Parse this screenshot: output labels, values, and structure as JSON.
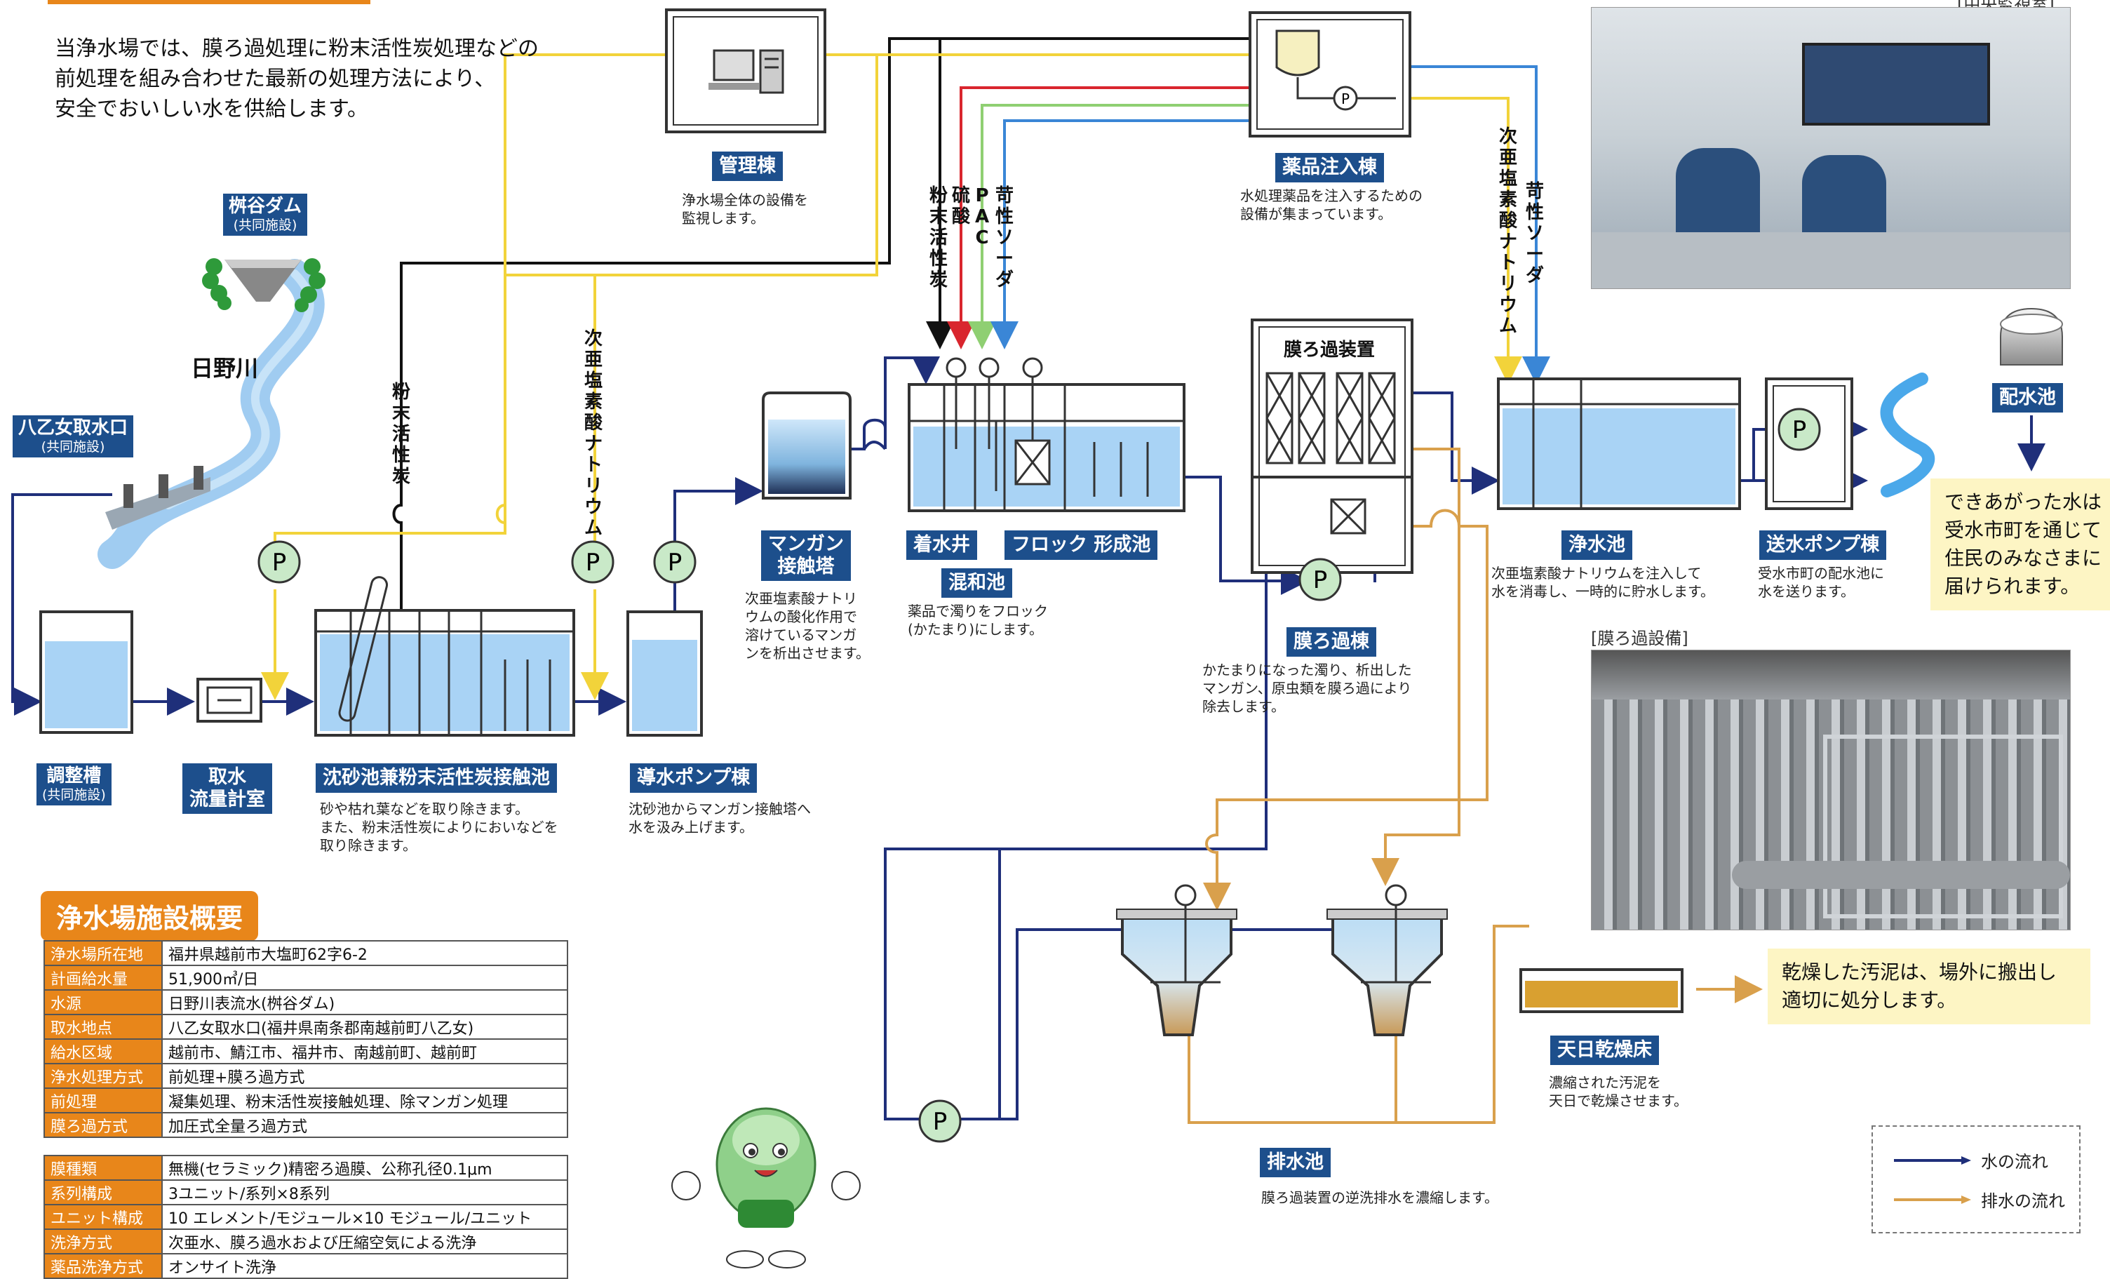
{
  "intro": [
    "当浄水場では、膜ろ過処理に粉末活性炭処理などの",
    "前処理を組み合わせた最新の処理方法により、",
    "安全でおいしい水を供給します。"
  ],
  "facilities": {
    "admin": {
      "label": "管理棟",
      "desc": "浄水場全体の設備を\n監視します。"
    },
    "chem": {
      "label": "薬品注入棟",
      "desc": "水処理薬品を注入するための\n設備が集まっています。"
    },
    "dam": {
      "label": "桝谷ダム",
      "sub": "(共同施設)"
    },
    "river": "日野川",
    "intake": {
      "label": "八乙女取水口",
      "sub": "(共同施設)"
    },
    "adjust": {
      "label": "調整槽",
      "sub": "(共同施設)"
    },
    "flowmeter": {
      "label": "取水\n流量計室"
    },
    "sedimentation": {
      "label": "沈砂池兼粉末活性炭接触池",
      "desc": "砂や枯れ葉などを取り除きます。\nまた、粉末活性炭によりにおいなどを\n取り除きます。"
    },
    "pump_intake": {
      "label": "導水ポンプ棟",
      "desc": "沈砂池からマンガン接触塔へ\n水を汲み上げます。"
    },
    "manganese": {
      "label": "マンガン\n接触塔",
      "desc": "次亜塩素酸ナトリ\nウムの酸化作用で\n溶けているマンガ\nンを析出させます。"
    },
    "receiving": {
      "label": "着水井"
    },
    "floc": {
      "label": "フロック 形成池"
    },
    "mixing": {
      "label": "混和池",
      "desc": "薬品で濁りをフロック\n(かたまり)にします。"
    },
    "membrane_unit": {
      "label": "膜ろ過装置"
    },
    "membrane_bldg": {
      "label": "膜ろ過棟",
      "desc": "かたまりになった濁り、析出した\nマンガン、原虫類を膜ろ過により\n除去します。"
    },
    "clear_well": {
      "label": "浄水池",
      "desc": "次亜塩素酸ナトリウムを注入して\n水を消毒し、一時的に貯水します。"
    },
    "pump_send": {
      "label": "送水ポンプ棟",
      "desc": "受水市町の配水池に\n水を送ります。"
    },
    "distribution": {
      "label": "配水池"
    },
    "drainage": {
      "label": "排水池",
      "desc": "膜ろ過装置の逆洗排水を濃縮します。"
    },
    "drying": {
      "label": "天日乾燥床",
      "desc": "濃縮された汚泥を\n天日で乾燥させます。"
    }
  },
  "chem_lines": {
    "powder_carbon": "粉末活性炭",
    "sulfuric": "硫酸",
    "pac": "PAC",
    "caustic": "苛性ソーダ",
    "hypo_left": "次亜塩素酸ナトリウム",
    "caustic_right": "苛性ソーダ",
    "hypo_right": "次亜塩素酸ナトリウム",
    "powder_carbon_left": "粉末活性炭"
  },
  "pump_symbol": "P",
  "callouts": {
    "finished_water": "できあがった水は\n受水市町を通じて\n住民のみなさまに\n届けられます。",
    "sludge": "乾燥した汚泥は、場外に搬出し\n適切に処分します。"
  },
  "photos": {
    "control_room_caption": "[中央監視室]",
    "membrane_caption": "[膜ろ過設備]"
  },
  "overview": {
    "title": "浄水場施設概要",
    "rows": [
      [
        "浄水場所在地",
        "福井県越前市大塩町62字6-2"
      ],
      [
        "計画給水量",
        "51,900㎥/日"
      ],
      [
        "水源",
        "日野川表流水(桝谷ダム)"
      ],
      [
        "取水地点",
        "八乙女取水口(福井県南条郡南越前町八乙女)"
      ],
      [
        "給水区域",
        "越前市、鯖江市、福井市、南越前町、越前町"
      ],
      [
        "浄水処理方式",
        "前処理+膜ろ過方式"
      ],
      [
        "前処理",
        "凝集処理、粉末活性炭接触処理、除マンガン処理"
      ],
      [
        "膜ろ過方式",
        "加圧式全量ろ過方式"
      ]
    ],
    "rows2": [
      [
        "膜種類",
        "無機(セラミック)精密ろ過膜、公称孔径0.1μm"
      ],
      [
        "系列構成",
        "3ユニット/系列×8系列"
      ],
      [
        "ユニット構成",
        "10 エレメント/モジュール×10 モジュール/ユニット"
      ],
      [
        "洗浄方式",
        "次亜水、膜ろ過水および圧縮空気による洗浄"
      ],
      [
        "薬品洗浄方式",
        "オンサイト洗浄"
      ]
    ]
  },
  "legend": {
    "water": "水の流れ",
    "drain": "排水の流れ"
  },
  "colors": {
    "water_flow": "#1f2f7a",
    "drain_flow": "#d9a04c",
    "label_bg": "#1d4f8c",
    "tank_water": "#a9d3f5",
    "accent_orange": "#e8861a",
    "callout_bg": "#fdf5c4",
    "yellow_line": "#f2d33a",
    "red_line": "#d9262e",
    "green_line": "#8fcf72",
    "blue_line": "#3a86d6"
  }
}
